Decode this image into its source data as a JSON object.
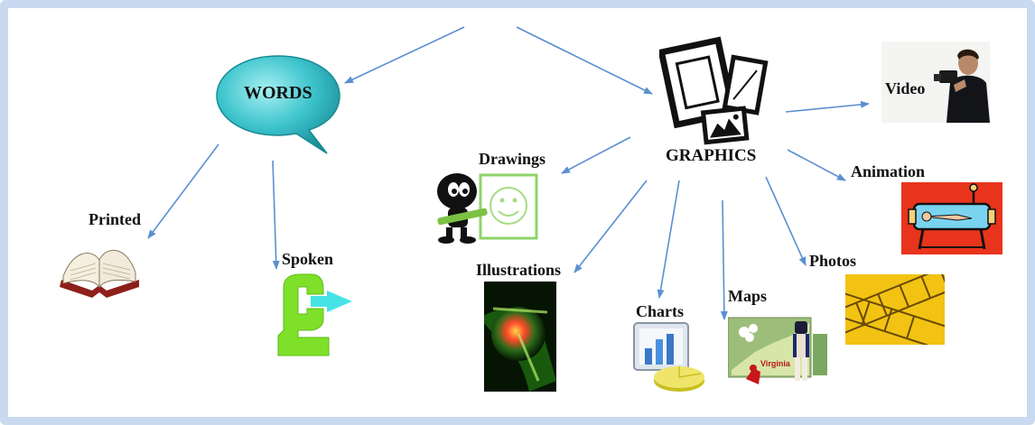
{
  "diagram": {
    "root_words": "WORDS",
    "root_graphics": "GRAPHICS",
    "words_children": [
      "Printed",
      "Spoken"
    ],
    "graphics_children": [
      "Drawings",
      "Illustrations",
      "Charts",
      "Maps",
      "Photos",
      "Animation",
      "Video"
    ],
    "map_caption": "Virginia"
  },
  "colors": {
    "arrow": "#5b8fd0",
    "bubble": "#3cc3cc",
    "frame": "#c9daf0",
    "spoken_green": "#7fe02a",
    "animation_red": "#e8341c",
    "film_yellow": "#f2c313"
  },
  "icons": [
    "speech-bubble-icon",
    "picture-frames-icon",
    "book-icon",
    "speaker-icon",
    "drawing-character-icon",
    "shoulder-xray-icon",
    "bar-chart-icon",
    "virginia-map-icon",
    "film-strip-icon",
    "animation-icon",
    "videographer-icon"
  ]
}
